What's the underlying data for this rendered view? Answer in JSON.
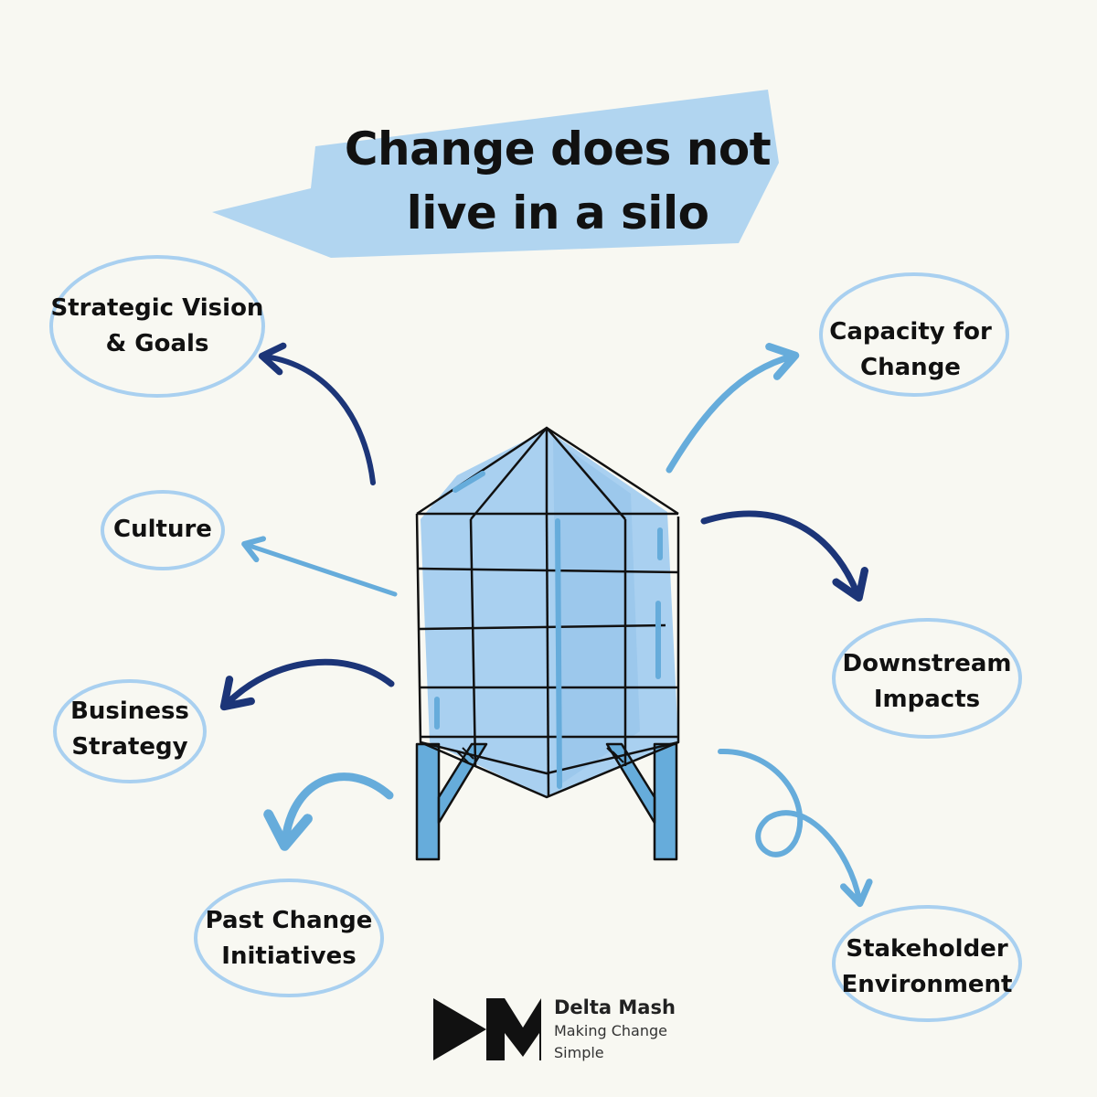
{
  "title": {
    "line1": "Change does not",
    "line2": "live in a silo"
  },
  "nodes": {
    "strategic_vision": {
      "line1": "Strategic Vision",
      "line2": "& Goals"
    },
    "culture": {
      "line1": "Culture"
    },
    "business_strategy": {
      "line1": "Business",
      "line2": "Strategy"
    },
    "past_change": {
      "line1": "Past Change",
      "line2": "Initiatives"
    },
    "capacity": {
      "line1": "Capacity for",
      "line2": "Change"
    },
    "downstream": {
      "line1": "Downstream",
      "line2": "Impacts"
    },
    "stakeholder": {
      "line1": "Stakeholder",
      "line2": "Environment"
    }
  },
  "logo": {
    "brand": "Delta Mash",
    "tagline_line1": "Making Change",
    "tagline_line2": "Simple"
  },
  "colors": {
    "background": "#f8f8f2",
    "light_blue": "#a9d0f0",
    "mid_blue": "#66acdb",
    "dark_blue": "#1c3578",
    "ink": "#111111"
  },
  "icons": [
    "silo-icon",
    "delta-mash-logo-icon"
  ]
}
